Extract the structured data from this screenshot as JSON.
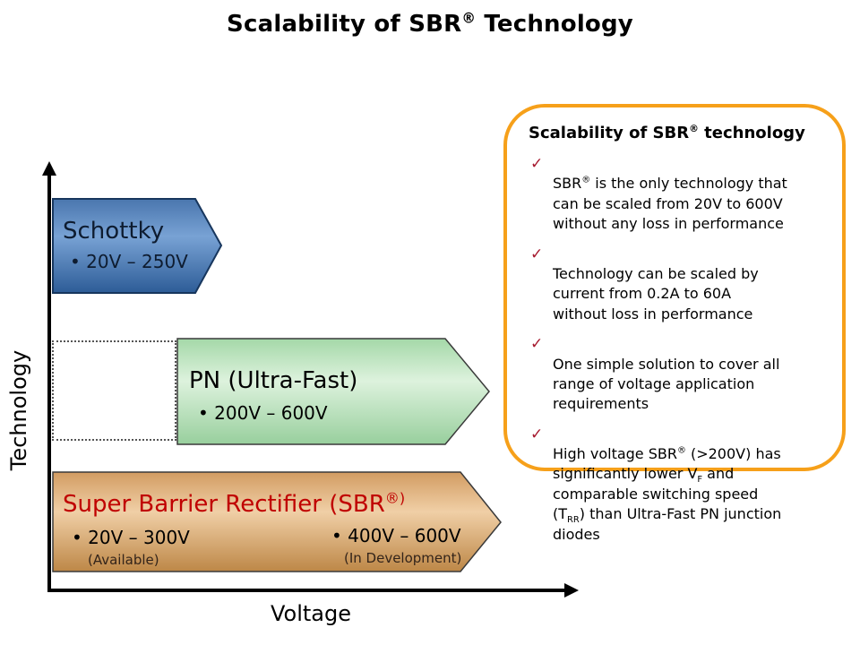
{
  "page": {
    "title": {
      "t1": "Scalability of SBR",
      "sup": "®",
      "t2": " Technology"
    }
  },
  "axes": {
    "y_label": "Technology",
    "x_label": "Voltage"
  },
  "arrows": {
    "schottky": {
      "title": "Schottky",
      "range": "• 20V – 250V"
    },
    "pn": {
      "title": "PN (Ultra-Fast)",
      "range": "• 200V – 600V"
    },
    "sbr": {
      "title": {
        "t1": "Super Barrier Rectifier (SBR",
        "sup": "®)"
      },
      "range_low": "• 20V – 300V",
      "range_low_note": "(Available)",
      "range_high": "• 400V – 600V",
      "range_high_note": "(In Development)"
    }
  },
  "callout": {
    "title": {
      "t1": "Scalability of SBR",
      "sup": "®",
      "t2": " technology"
    },
    "check_glyph": "✓",
    "bullets": {
      "b1": {
        "t1": "SBR",
        "sup1": "®",
        "t2": " is the only technology that\ncan be scaled from 20V to 600V\nwithout any loss in performance"
      },
      "b2": {
        "t1": "Technology can be scaled by\ncurrent from 0.2A to 60A\nwithout loss in performance"
      },
      "b3": {
        "t1": "One simple solution to cover all\nrange of voltage application\nrequirements"
      },
      "b4": {
        "t1": "High voltage SBR",
        "sup1": "®",
        "t2": " (>200V) has\nsignificantly lower V",
        "sub1": "F",
        "t3": " and\ncomparable switching speed\n(T",
        "sub2": "RR",
        "t4": ") than Ultra-Fast PN junction\ndiodes"
      }
    }
  },
  "colors": {
    "accent_orange": "#F6A01A",
    "check_red": "#A6192E",
    "sbr_title_red": "#C00000",
    "schottky_blue": "#4A76AE",
    "pn_green": "#A4D8A8",
    "sbr_tan": "#D29C62",
    "axis_black": "#000000"
  },
  "chart_data": {
    "type": "diagram",
    "title": "Scalability of SBR® Technology",
    "xlabel": "Voltage",
    "ylabel": "Technology",
    "series": [
      {
        "name": "Schottky",
        "voltage_range": "20V – 250V"
      },
      {
        "name": "PN (Ultra-Fast)",
        "voltage_range": "200V – 600V"
      },
      {
        "name": "Super Barrier Rectifier (SBR®)",
        "segments": [
          {
            "voltage_range": "20V – 300V",
            "status": "Available"
          },
          {
            "voltage_range": "400V – 600V",
            "status": "In Development"
          }
        ]
      }
    ]
  }
}
